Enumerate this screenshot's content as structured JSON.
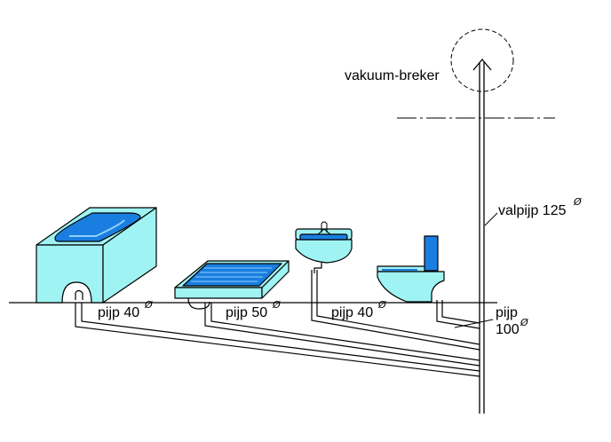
{
  "labels": {
    "vacuum_breaker": "vakuum-breker",
    "stack": "valpijp 125",
    "bath_pipe": "pijp 40",
    "shower_pipe": "pijp 50",
    "sink_pipe": "pijp 40",
    "toilet_pipe_line1": "pijp",
    "toilet_pipe_line2": "100",
    "diameter_symbol": "Ø"
  },
  "colors": {
    "fixture_body": "#9ff3f3",
    "water": "#1a7ee0",
    "water_highlight": "#8fd0ff",
    "outline": "#000000"
  }
}
